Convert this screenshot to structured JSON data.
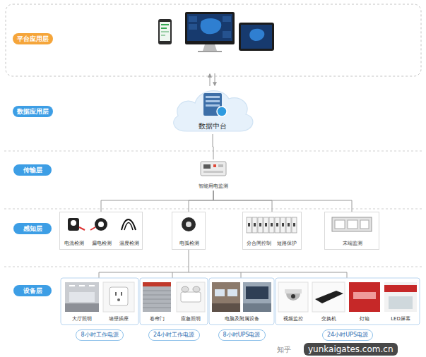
{
  "diagram": {
    "nodes": [
      {
        "text": [
          "平台应用层"
        ]
      },
      {
        "text": [
          "数据应用层"
        ]
      },
      {
        "text": [
          "数据中台"
        ]
      },
      {
        "text": [
          "传输层"
        ]
      },
      {
        "text": [
          "智能用电监测"
        ]
      },
      {
        "text": [
          "感知层"
        ]
      },
      {
        "text": [
          "电流检测",
          "漏电检测",
          "温度检测"
        ]
      },
      {
        "text": [
          "电弧检测"
        ]
      },
      {
        "text": [
          "分合闸控制",
          "短路保护"
        ]
      },
      {
        "text": [
          "末端监测"
        ]
      },
      {
        "text": [
          "设备层"
        ]
      },
      {
        "text": [
          "大厅照明"
        ]
      },
      {
        "text": [
          "墙壁插座"
        ]
      },
      {
        "text": [
          "卷帘门"
        ]
      },
      {
        "text": [
          "应急照明"
        ]
      },
      {
        "text": [
          "电脑及附属设备"
        ]
      },
      {
        "text": [
          "视频监控"
        ]
      },
      {
        "text": [
          "交换机"
        ]
      },
      {
        "text": [
          "灯箱"
        ]
      },
      {
        "text": [
          "LED屏幕"
        ]
      },
      {
        "text": [
          "8小时工作电源"
        ]
      },
      {
        "text": [
          "24小时工作电源"
        ]
      },
      {
        "text": [
          "8小时UPS电源"
        ]
      },
      {
        "text": [
          "24小时UPS电源"
        ]
      }
    ],
    "edges": [
      {
        "from": 2,
        "to": 4,
        "arrow": "none"
      },
      {
        "from": 4,
        "to": 6,
        "arrow": "none"
      },
      {
        "from": 4,
        "to": 7,
        "arrow": "none"
      },
      {
        "from": 4,
        "to": 8,
        "arrow": "none"
      },
      {
        "from": 4,
        "to": 9,
        "arrow": "none"
      }
    ],
    "labels": [
      "yunkaigates.com.cn",
      "知乎"
    ]
  }
}
